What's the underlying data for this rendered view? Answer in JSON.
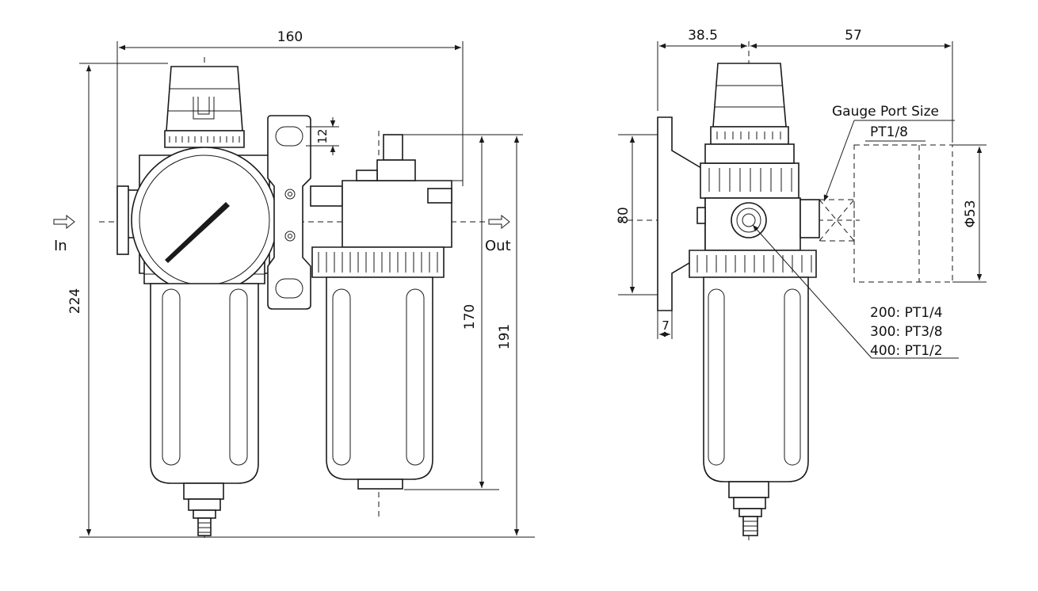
{
  "front_view": {
    "dim_width": "160",
    "dim_height_total": "224",
    "dim_height_170": "170",
    "dim_height_191": "191",
    "dim_slot": "12",
    "label_in": "In",
    "label_out": "Out"
  },
  "side_view": {
    "dim_left": "38.5",
    "dim_right": "57",
    "dim_80": "80",
    "dim_7": "7",
    "dim_phi53": "Φ53",
    "gauge_label": "Gauge Port Size",
    "gauge_value": "PT1/8",
    "port_sizes": [
      "200: PT1/4",
      "300: PT3/8",
      "400: PT1/2"
    ]
  }
}
